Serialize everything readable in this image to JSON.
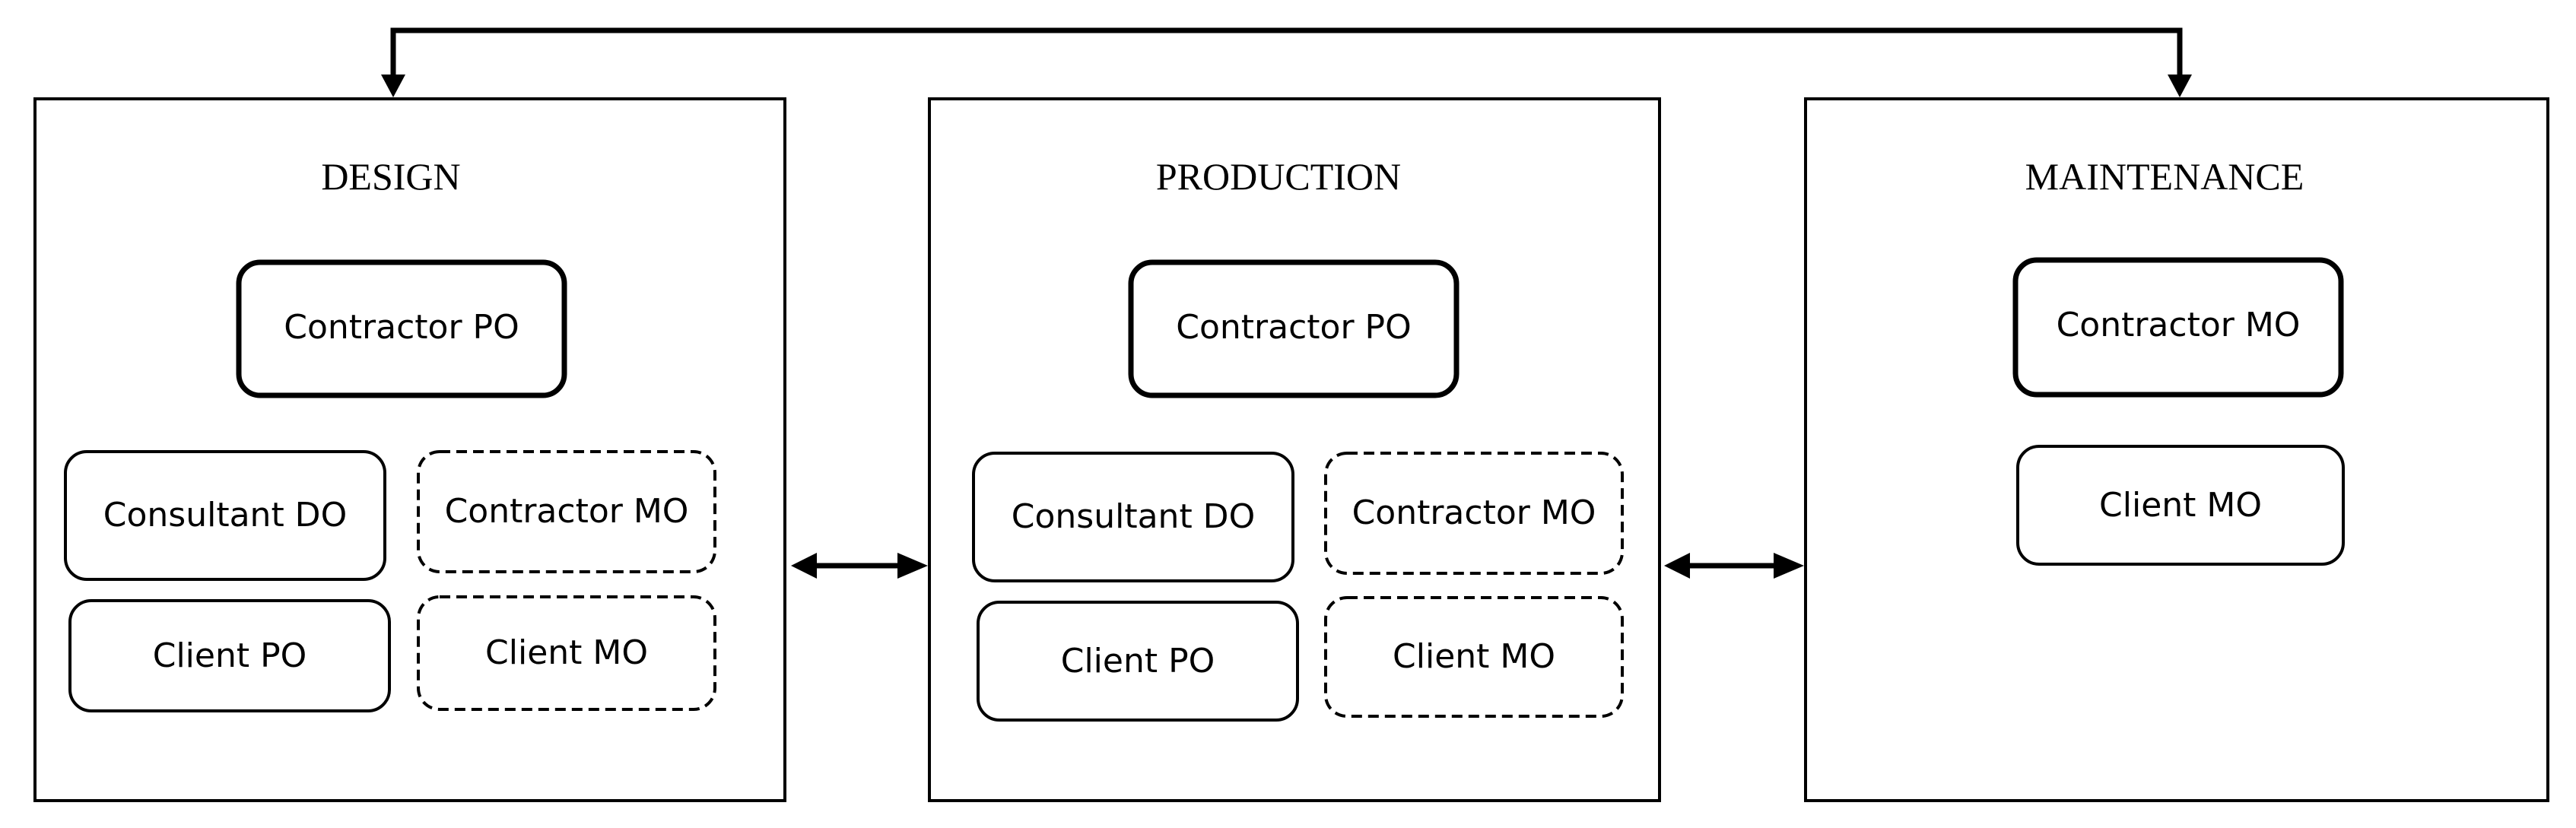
{
  "phases": [
    {
      "title": "DESIGN",
      "boxes": [
        {
          "label": "Contractor PO",
          "style": "bold"
        },
        {
          "label": "Consultant DO",
          "style": "solid"
        },
        {
          "label": "Contractor MO",
          "style": "dashed"
        },
        {
          "label": "Client PO",
          "style": "solid"
        },
        {
          "label": "Client MO",
          "style": "dashed"
        }
      ]
    },
    {
      "title": "PRODUCTION",
      "boxes": [
        {
          "label": "Contractor PO",
          "style": "bold"
        },
        {
          "label": "Consultant DO",
          "style": "solid"
        },
        {
          "label": "Contractor MO",
          "style": "dashed"
        },
        {
          "label": "Client PO",
          "style": "solid"
        },
        {
          "label": "Client MO",
          "style": "dashed"
        }
      ]
    },
    {
      "title": "MAINTENANCE",
      "boxes": [
        {
          "label": "Contractor MO",
          "style": "bold"
        },
        {
          "label": "Client MO",
          "style": "solid"
        }
      ]
    }
  ],
  "connections": [
    {
      "from": "DESIGN",
      "to": "MAINTENANCE",
      "type": "bidirectional"
    },
    {
      "from": "DESIGN",
      "to": "PRODUCTION",
      "type": "bidirectional"
    },
    {
      "from": "PRODUCTION",
      "to": "MAINTENANCE",
      "type": "bidirectional"
    }
  ],
  "colors": {
    "line": "#000000",
    "background": "#ffffff"
  }
}
